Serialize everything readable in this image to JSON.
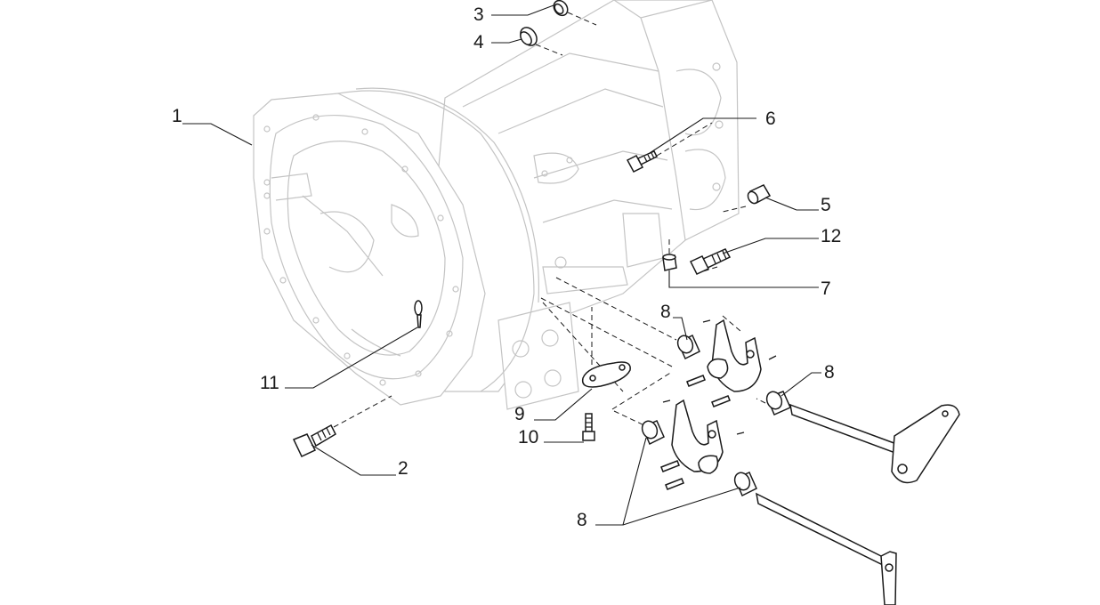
{
  "callouts": [
    {
      "id": "c1",
      "label": "1"
    },
    {
      "id": "c2",
      "label": "2"
    },
    {
      "id": "c3",
      "label": "3"
    },
    {
      "id": "c4",
      "label": "4"
    },
    {
      "id": "c5",
      "label": "5"
    },
    {
      "id": "c6",
      "label": "6"
    },
    {
      "id": "c7",
      "label": "7"
    },
    {
      "id": "c8a",
      "label": "8"
    },
    {
      "id": "c8b",
      "label": "8"
    },
    {
      "id": "c8c",
      "label": "8"
    },
    {
      "id": "c9",
      "label": "9"
    },
    {
      "id": "c10",
      "label": "10"
    },
    {
      "id": "c11",
      "label": "11"
    },
    {
      "id": "c12",
      "label": "12"
    }
  ]
}
